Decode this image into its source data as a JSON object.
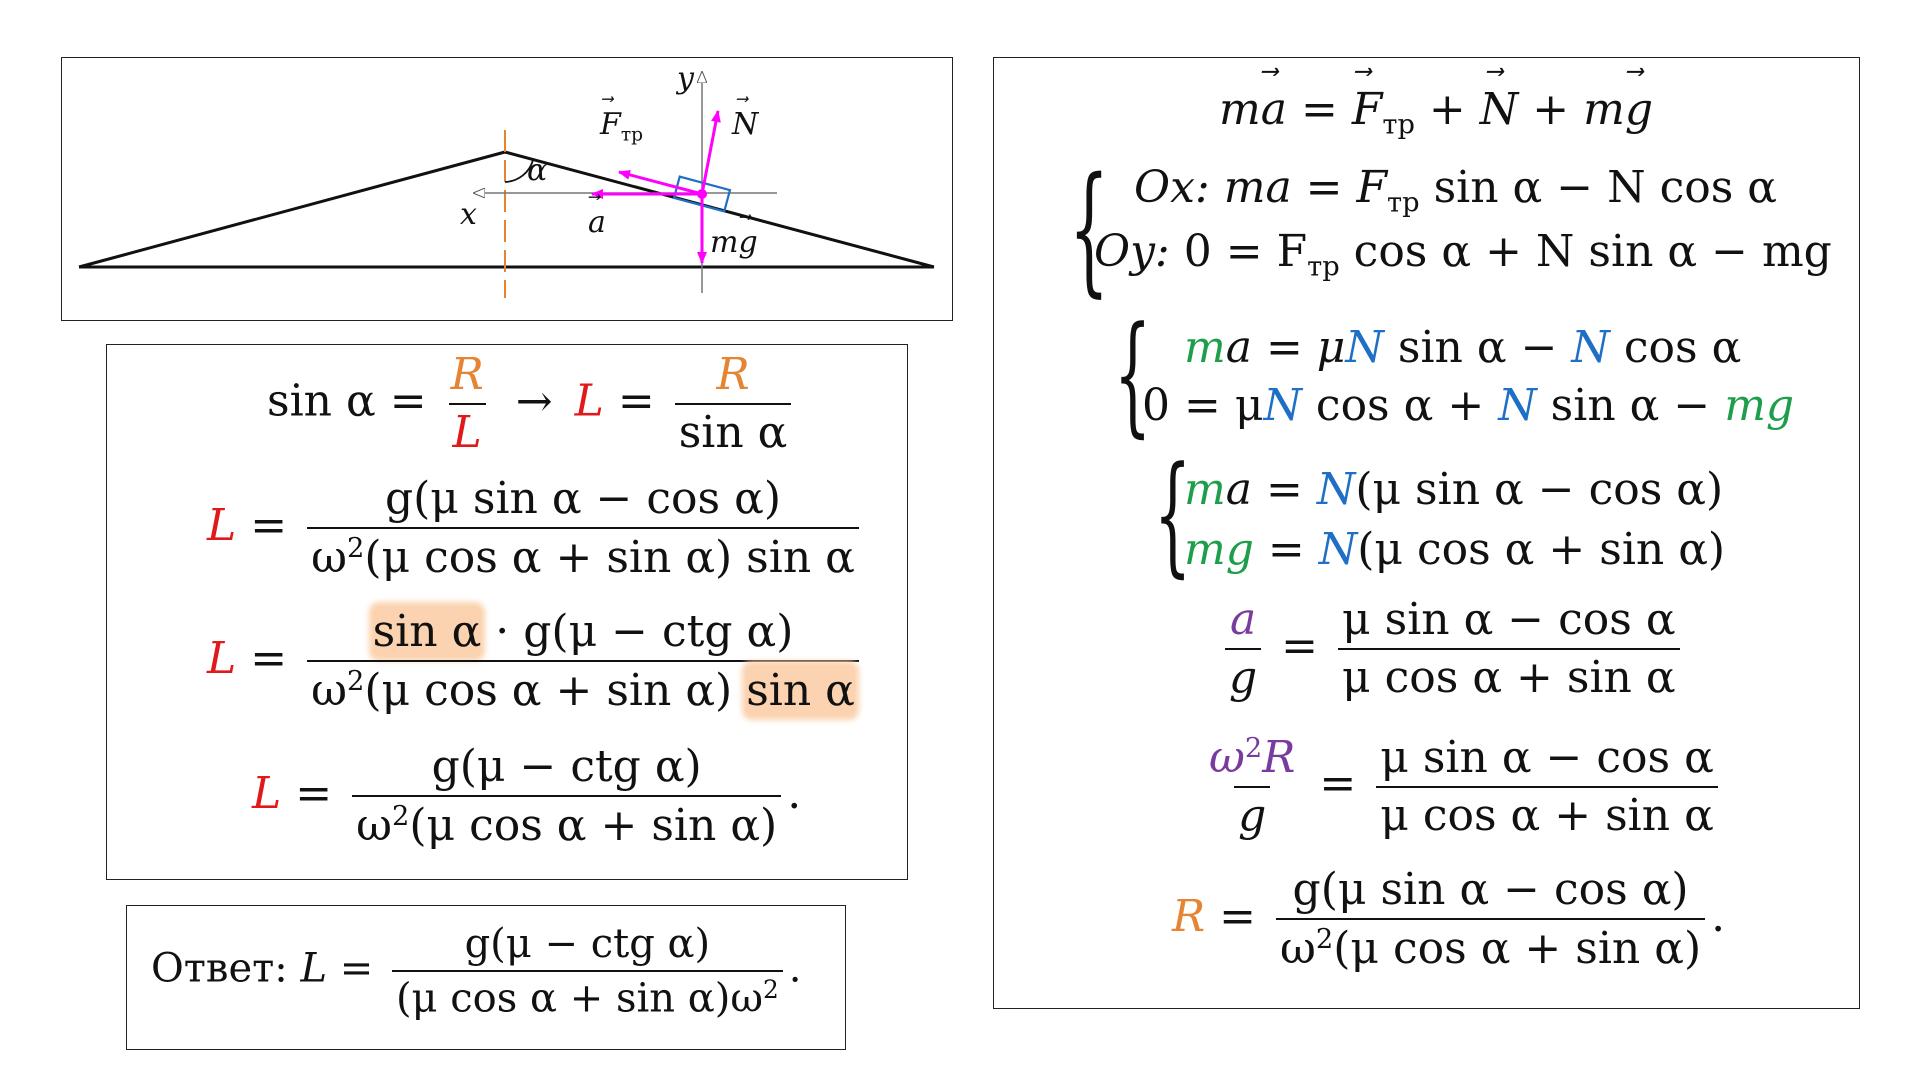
{
  "diagram": {
    "labels": {
      "y": "y",
      "x": "x",
      "alpha": "α",
      "F": "F",
      "F_sub": "тр",
      "N": "N",
      "a": "a",
      "mg_m": "m",
      "mg_g": "g"
    },
    "colors": {
      "slope": "#111111",
      "force": "#ff00ff",
      "axis": "#777777",
      "block": "#1f6fc6",
      "rotation_axis": "#e58532"
    }
  },
  "left_panel": {
    "sin_alpha": "sin α",
    "eq_sign": "=",
    "arrow": "→",
    "R": "R",
    "L": "L",
    "line2_num": "g(μ sin α − cos α)",
    "line2_den_a": "ω",
    "line2_den_sup": "2",
    "line2_den_b": "(μ cos α + sin α) sin α",
    "line3_num_hl": "sin α",
    "line3_num_rest": " · g(μ − ctg α)",
    "line3_den_a": "ω",
    "line3_den_sup": "2",
    "line3_den_b": "(μ cos α + sin α) ",
    "line3_den_hl": "sin α",
    "line4_num": "g(μ − ctg α)",
    "line4_den_a": "ω",
    "line4_den_sup": "2",
    "line4_den_b": "(μ cos α + sin α)",
    "period": "."
  },
  "answer": {
    "prefix": "Ответ:",
    "L": "L",
    "eq": "=",
    "num": "g(μ − ctg α)",
    "den_a": "(μ cos α + sin α)ω",
    "den_sup": "2",
    "period": "."
  },
  "right_panel": {
    "newton": {
      "m": "m",
      "a": "a",
      "eq": "=",
      "F": "F",
      "F_sub": "тр",
      "plus1": "+",
      "N": "N",
      "plus2": "+",
      "mg_m": "m",
      "mg_g": "g"
    },
    "sys1": {
      "ox_label": "Ox:",
      "ox_eq_a": "ma = F",
      "ox_sub": "тр",
      "ox_eq_b": " sin α − N cos α",
      "oy_label": "Oy:",
      "oy_eq_a": "0 = F",
      "oy_sub": "тр",
      "oy_eq_b": " cos α + N sin α − mg"
    },
    "sys2": {
      "l1_m": "m",
      "l1_rest1": "a = μ",
      "l1_N1": "N",
      "l1_rest2": " sin α − ",
      "l1_N2": "N",
      "l1_rest3": " cos α",
      "l2_rest1": "0 = μ",
      "l2_N1": "N",
      "l2_rest2": " cos α + ",
      "l2_N2": "N",
      "l2_rest3": " sin α − ",
      "l2_mg": "mg"
    },
    "sys3": {
      "l1_m": "m",
      "l1_rest": "a = ",
      "l1_N": "N",
      "l1_tail": "(μ sin α − cos α)",
      "l2_mg": "mg",
      "l2_rest": " = ",
      "l2_N": "N",
      "l2_tail": "(μ cos α + sin α)"
    },
    "ratio1": {
      "num_left": "a",
      "den_left": "g",
      "num_right": "μ sin α − cos α",
      "den_right": "μ cos α + sin α"
    },
    "ratio2": {
      "num_left_a": "ω",
      "num_left_sup": "2",
      "num_left_b": "R",
      "den_left": "g",
      "num_right": "μ sin α − cos α",
      "den_right": "μ cos α + sin α"
    },
    "final": {
      "R": "R",
      "eq": "=",
      "num": "g(μ sin α − cos α)",
      "den_a": "ω",
      "den_sup": "2",
      "den_b": "(μ cos α + sin α)",
      "period": "."
    }
  }
}
